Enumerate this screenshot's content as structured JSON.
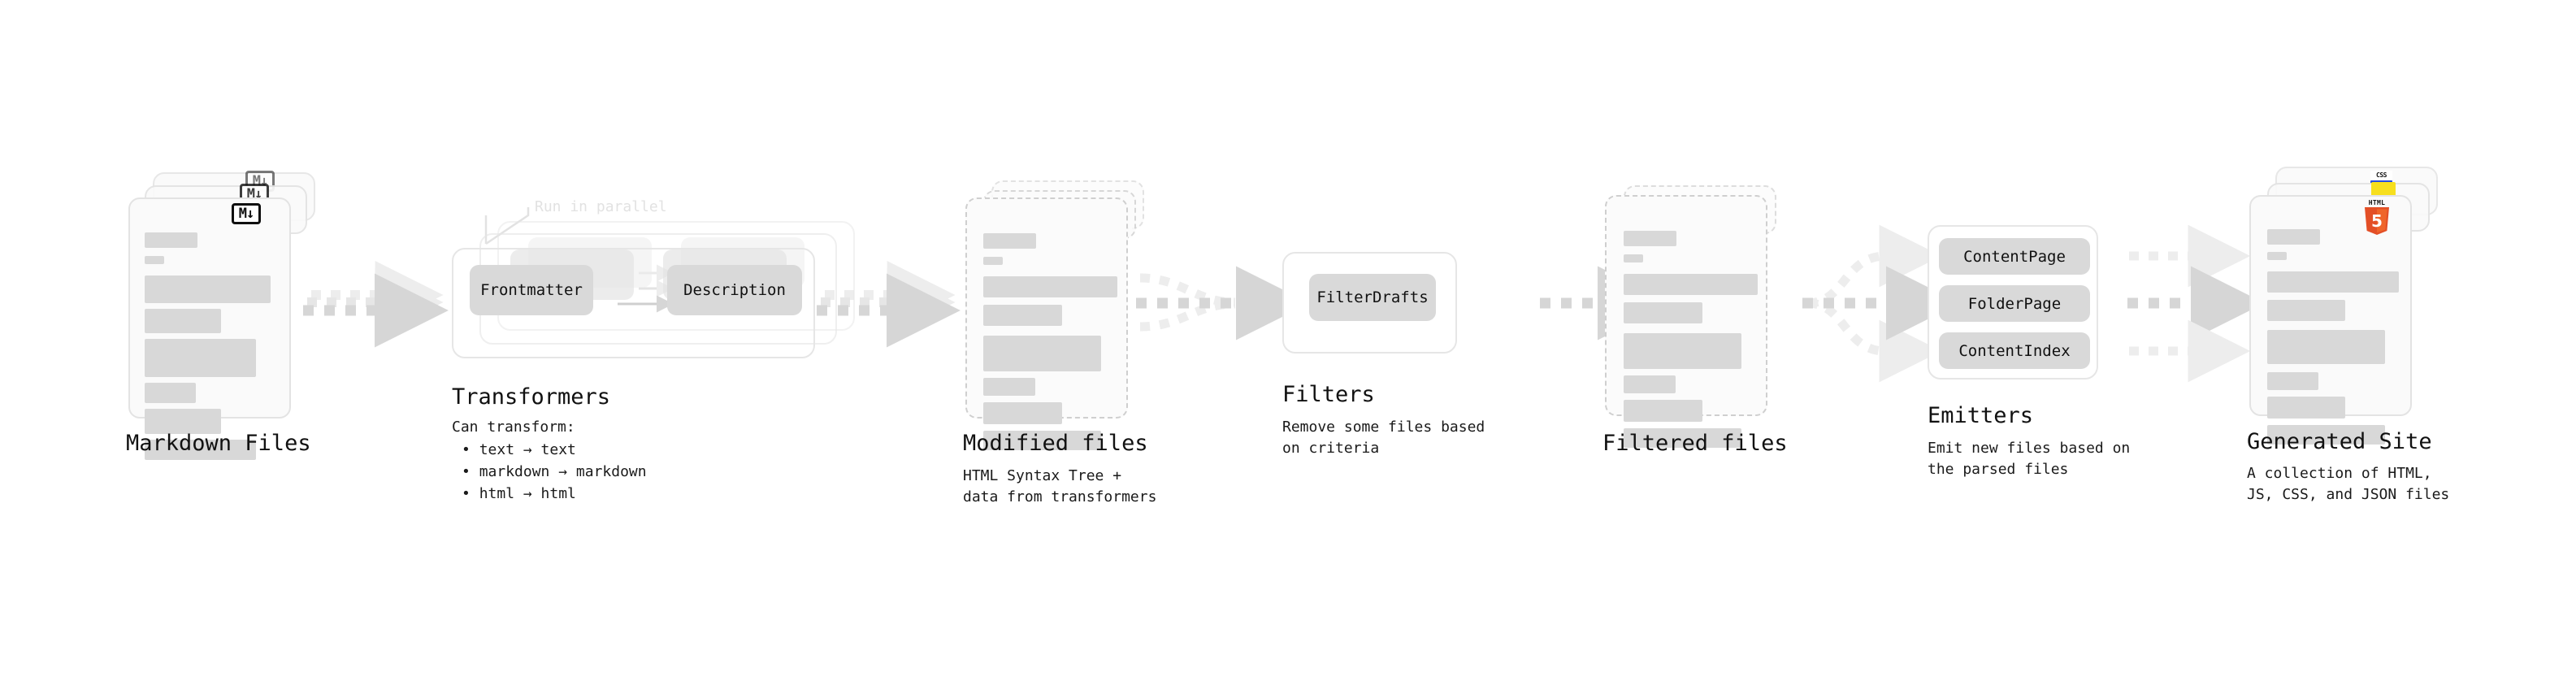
{
  "diagram": {
    "title": "Quartz content pipeline",
    "background": "#ffffff",
    "accent_gray": "#d8d8d8",
    "line_gray": "#e3e3e3",
    "text_color": "#111111"
  },
  "stages": [
    {
      "id": "markdown-files",
      "title": "Markdown Files",
      "subtitle": "",
      "badge": "M↓",
      "badge_name": "markdown-icon",
      "card_style": "solid-stack"
    },
    {
      "id": "transformers",
      "title": "Transformers",
      "subtitle": "Can transform:\n  • text → text\n  • markdown → markdown\n  • html → html",
      "annotation": "Run in parallel",
      "pills": [
        "Frontmatter",
        "Description"
      ],
      "card_style": "group-stack"
    },
    {
      "id": "modified-files",
      "title": "Modified files",
      "subtitle": "HTML Syntax Tree +\ndata from transformers",
      "card_style": "dashed-stack"
    },
    {
      "id": "filters",
      "title": "Filters",
      "subtitle": "Remove some files based\non criteria",
      "pills": [
        "FilterDrafts"
      ],
      "card_style": "group"
    },
    {
      "id": "filtered-files",
      "title": "Filtered files",
      "subtitle": "",
      "card_style": "dashed-stack"
    },
    {
      "id": "emitters",
      "title": "Emitters",
      "subtitle": "Emit new files based on\nthe parsed files",
      "pills": [
        "ContentPage",
        "FolderPage",
        "ContentIndex"
      ],
      "card_style": "group"
    },
    {
      "id": "generated-site",
      "title": "Generated Site",
      "subtitle": "A collection of HTML,\nJS, CSS, and JSON files",
      "badge": "HTML5",
      "badge_name": "html5-icon",
      "card_style": "solid-stack"
    }
  ],
  "badges": {
    "markdown_label": "M↓",
    "html5_top": "HTML",
    "html5_number": "5",
    "html5_color": "#e34f26",
    "css3_label": "CSS",
    "css3_color": "#264de4",
    "js_color": "#f7df1e"
  },
  "transform_rules": [
    "text → text",
    "markdown → markdown",
    "html → html"
  ],
  "transform_heading": "Can transform:",
  "parallel_note": "Run in parallel",
  "emitter_pills": [
    "ContentPage",
    "FolderPage",
    "ContentIndex"
  ],
  "filter_pills": [
    "FilterDrafts"
  ],
  "transformer_pills": [
    "Frontmatter",
    "Description"
  ]
}
